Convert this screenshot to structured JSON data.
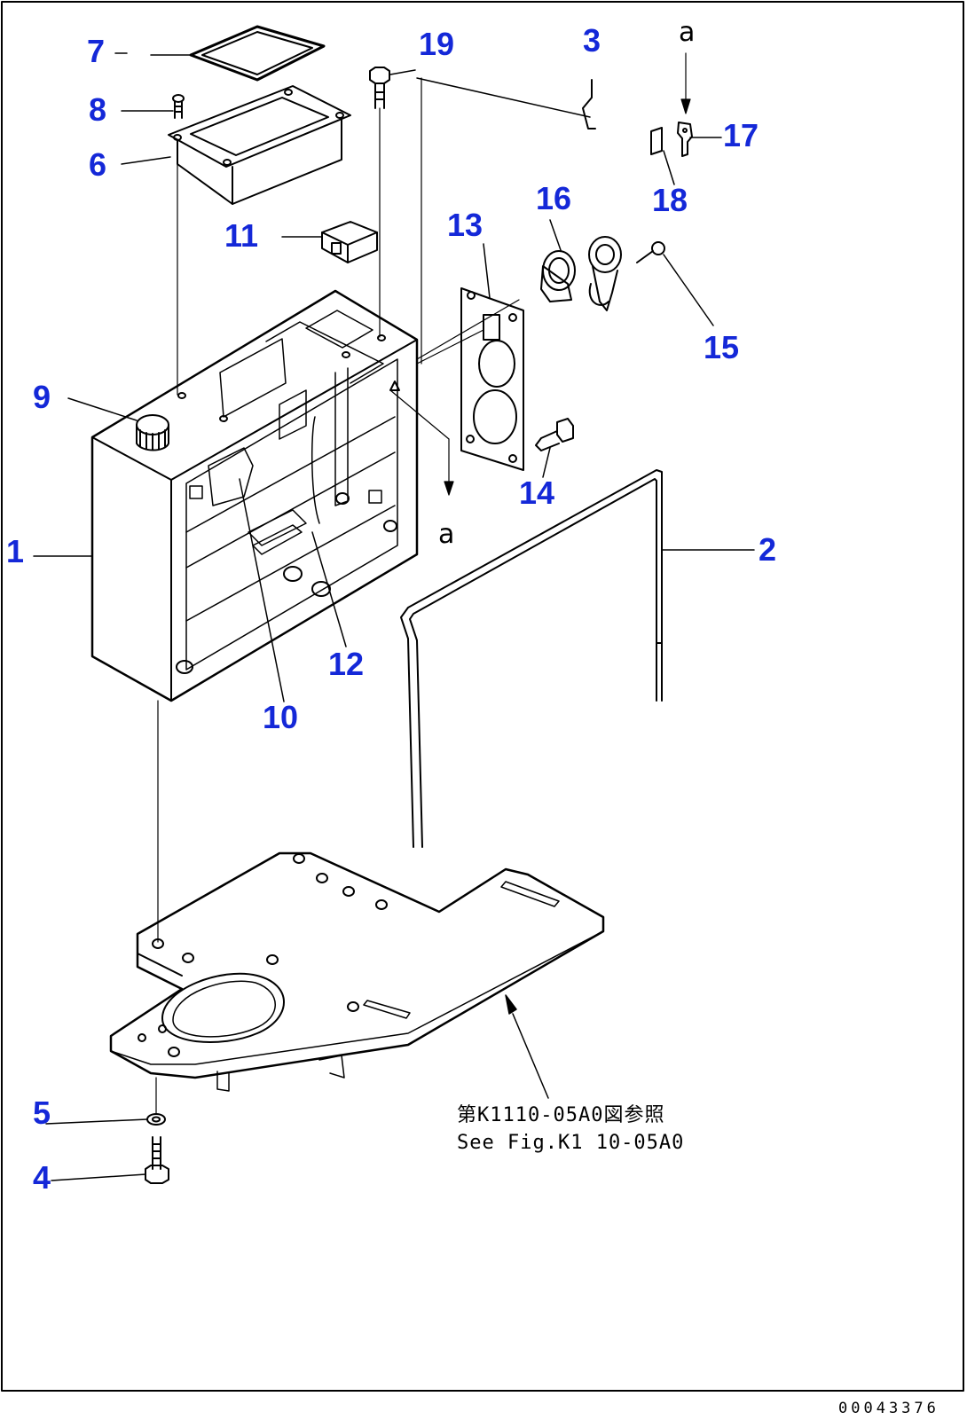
{
  "diagram": {
    "callouts": [
      "1",
      "2",
      "3",
      "4",
      "5",
      "6",
      "7",
      "8",
      "9",
      "10",
      "11",
      "12",
      "13",
      "14",
      "15",
      "16",
      "17",
      "18",
      "19"
    ],
    "reference_marker": "a",
    "note_line1": "第K1110-05A0図参照",
    "note_line2": "See Fig.K1 10-05A0",
    "document_number": "00043376",
    "label_color": "#1428d8"
  }
}
